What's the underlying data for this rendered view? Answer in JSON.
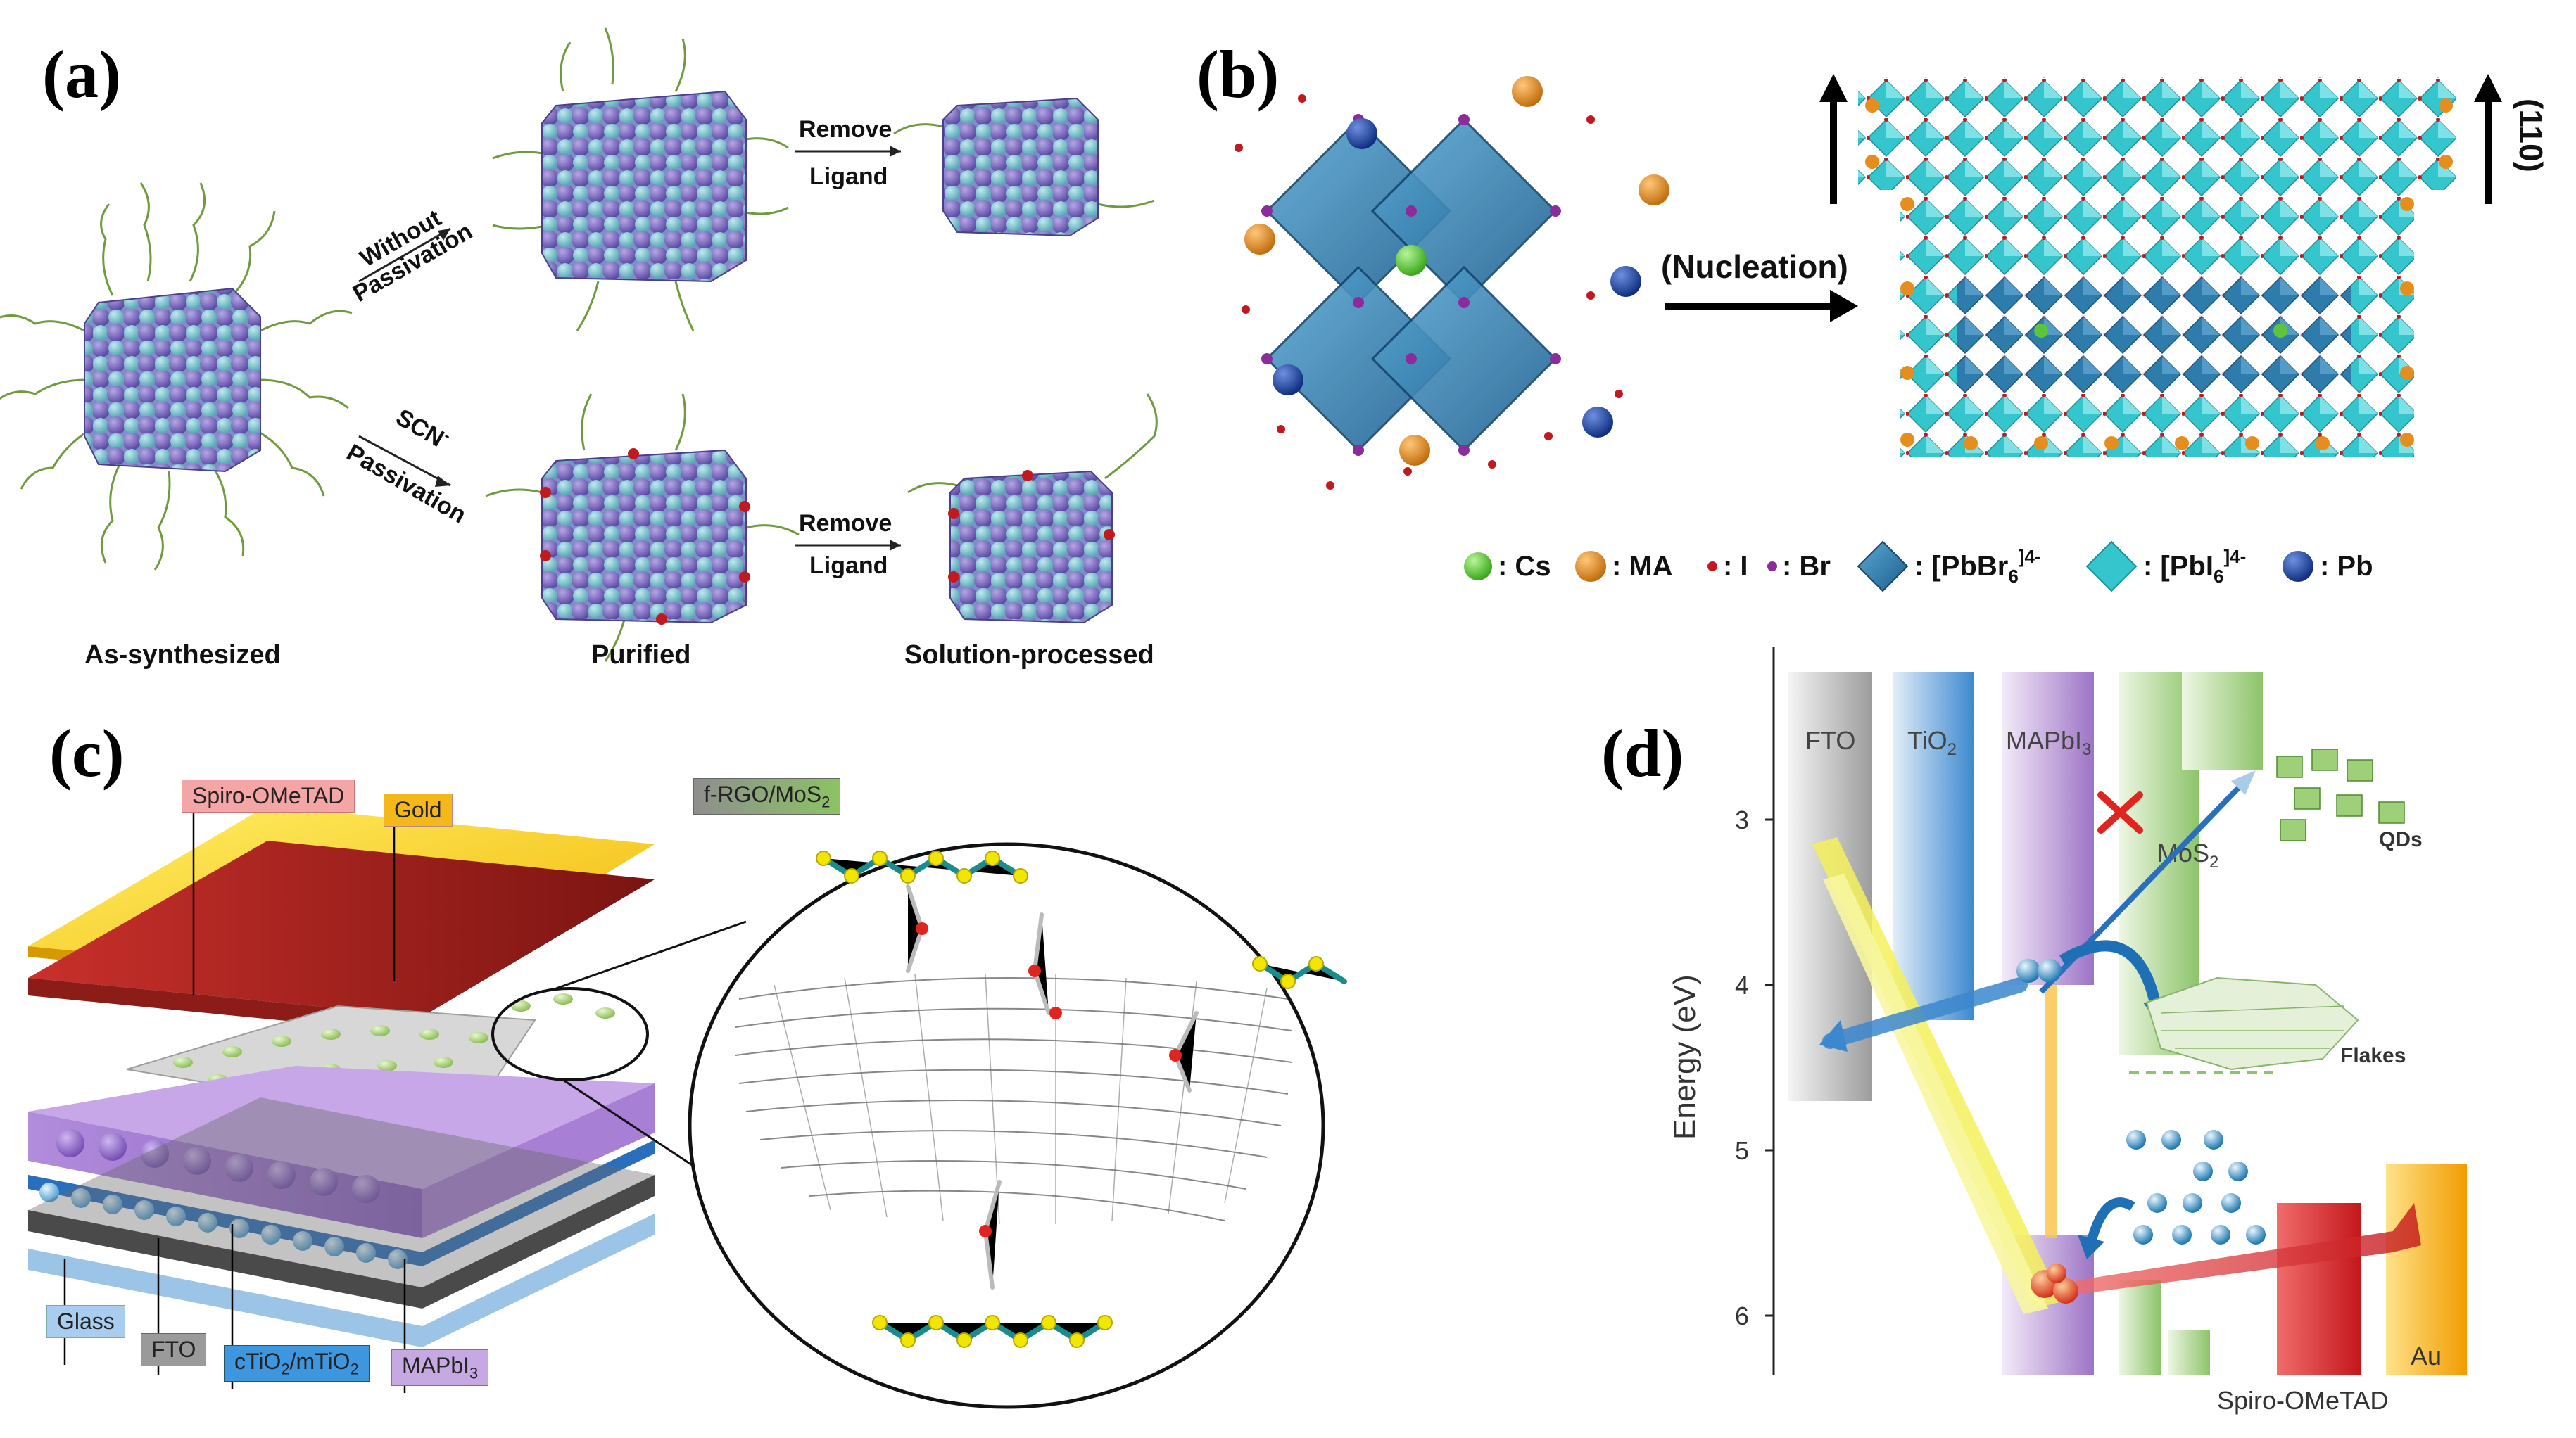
{
  "panels": {
    "a": {
      "label": "(a)",
      "without_passivation": [
        "Without",
        "Passivation"
      ],
      "scn_passivation": [
        "SCN",
        "-",
        "Passivation"
      ],
      "remove_ligand": [
        "Remove",
        "Ligand"
      ],
      "captions": {
        "as_synthesized": "As-synthesized",
        "purified": "Purified",
        "solution_processed": "Solution-processed"
      }
    },
    "b": {
      "label": "(b)",
      "nucleation": "(Nucleation)",
      "direction": "(110)",
      "legend": {
        "cs": ": Cs",
        "ma": ": MA",
        "i": ": I",
        "br": ": Br",
        "pbbr6": ": [PbBr",
        "pbbr6_sub": "6",
        "pbbr6_sup": "]4-",
        "pbi6": ": [PbI",
        "pbi6_sub": "6",
        "pbi6_sup": "]4-",
        "pb": ": Pb"
      }
    },
    "c": {
      "label": "(c)",
      "spiro": "Spiro-OMeTAD",
      "gold": "Gold",
      "frgo": "f-RGO/MoS",
      "frgo_sub": "2",
      "glass": "Glass",
      "fto": "FTO",
      "ctio2": "cTiO",
      "ctio2_sub1": "2",
      "ctio2_mid": "/mTiO",
      "ctio2_sub2": "2",
      "mapbi3": "MAPbI",
      "mapbi3_sub": "3"
    },
    "d": {
      "label": "(d)",
      "fto": "FTO",
      "tio2": "TiO",
      "tio2_sub": "2",
      "mapbi3": "MAPbI",
      "mapbi3_sub": "3",
      "mos2": "MoS",
      "mos2_sub": "2",
      "qds": "QDs",
      "flakes": "Flakes",
      "au": "Au",
      "spiro": "Spiro-OMeTAD",
      "yaxis": "Energy (eV)",
      "ticks": [
        "3",
        "4",
        "5",
        "6"
      ]
    }
  },
  "colors": {
    "gold": "#f5c400",
    "spiro_red": "#e0262a",
    "perovskite_purple": "#9b7bc4",
    "tio2_blue": "#3f87cf",
    "mos2_green": "#8dc26b",
    "cs_green": "#5ec53a",
    "ma_orange": "#e58e1d",
    "i_red": "#c0191e",
    "br_purple": "#8b2b9c",
    "pb_blue": "#1b45a4",
    "octa_cyan": "#29c2c9",
    "octa_dark": "#2c79a8"
  }
}
